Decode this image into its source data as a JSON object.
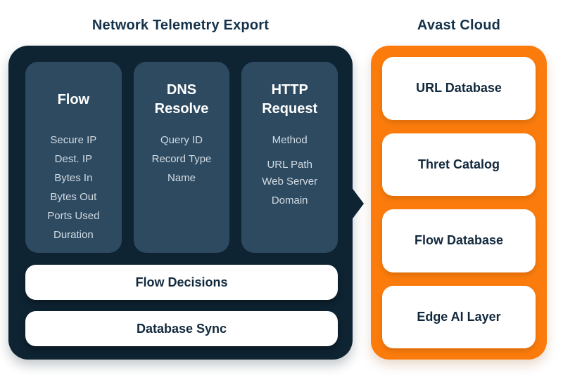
{
  "titles": {
    "left": "Network Telemetry Export",
    "right": "Avast Cloud"
  },
  "telemetry_panel": {
    "columns": [
      {
        "heading": "Flow",
        "items": [
          "Secure IP",
          "Dest. IP",
          "Bytes In",
          "Bytes Out",
          "Ports Used",
          "Duration"
        ]
      },
      {
        "heading": "DNS Resolve",
        "items": [
          "Query ID",
          "Record Type",
          "Name"
        ]
      },
      {
        "heading": "HTTP Request",
        "items": [
          "Method",
          "URL Path",
          "Web Server Domain"
        ]
      }
    ],
    "bars": [
      {
        "label": "Flow Decisions"
      },
      {
        "label": "Database Sync"
      }
    ]
  },
  "cloud_panel": {
    "cards": [
      {
        "label": "URL Database"
      },
      {
        "label": "Thret Catalog"
      },
      {
        "label": "Flow Database"
      },
      {
        "label": "Edge AI Layer"
      }
    ]
  },
  "colors": {
    "panel_dark_navy": "#0e2433",
    "column_navy": "#2d4a61",
    "cloud_orange": "#fb7c0c",
    "title_navy": "#15324b",
    "list_item_text": "#d2dbe2",
    "card_text_navy": "#12293d",
    "white": "#ffffff"
  }
}
